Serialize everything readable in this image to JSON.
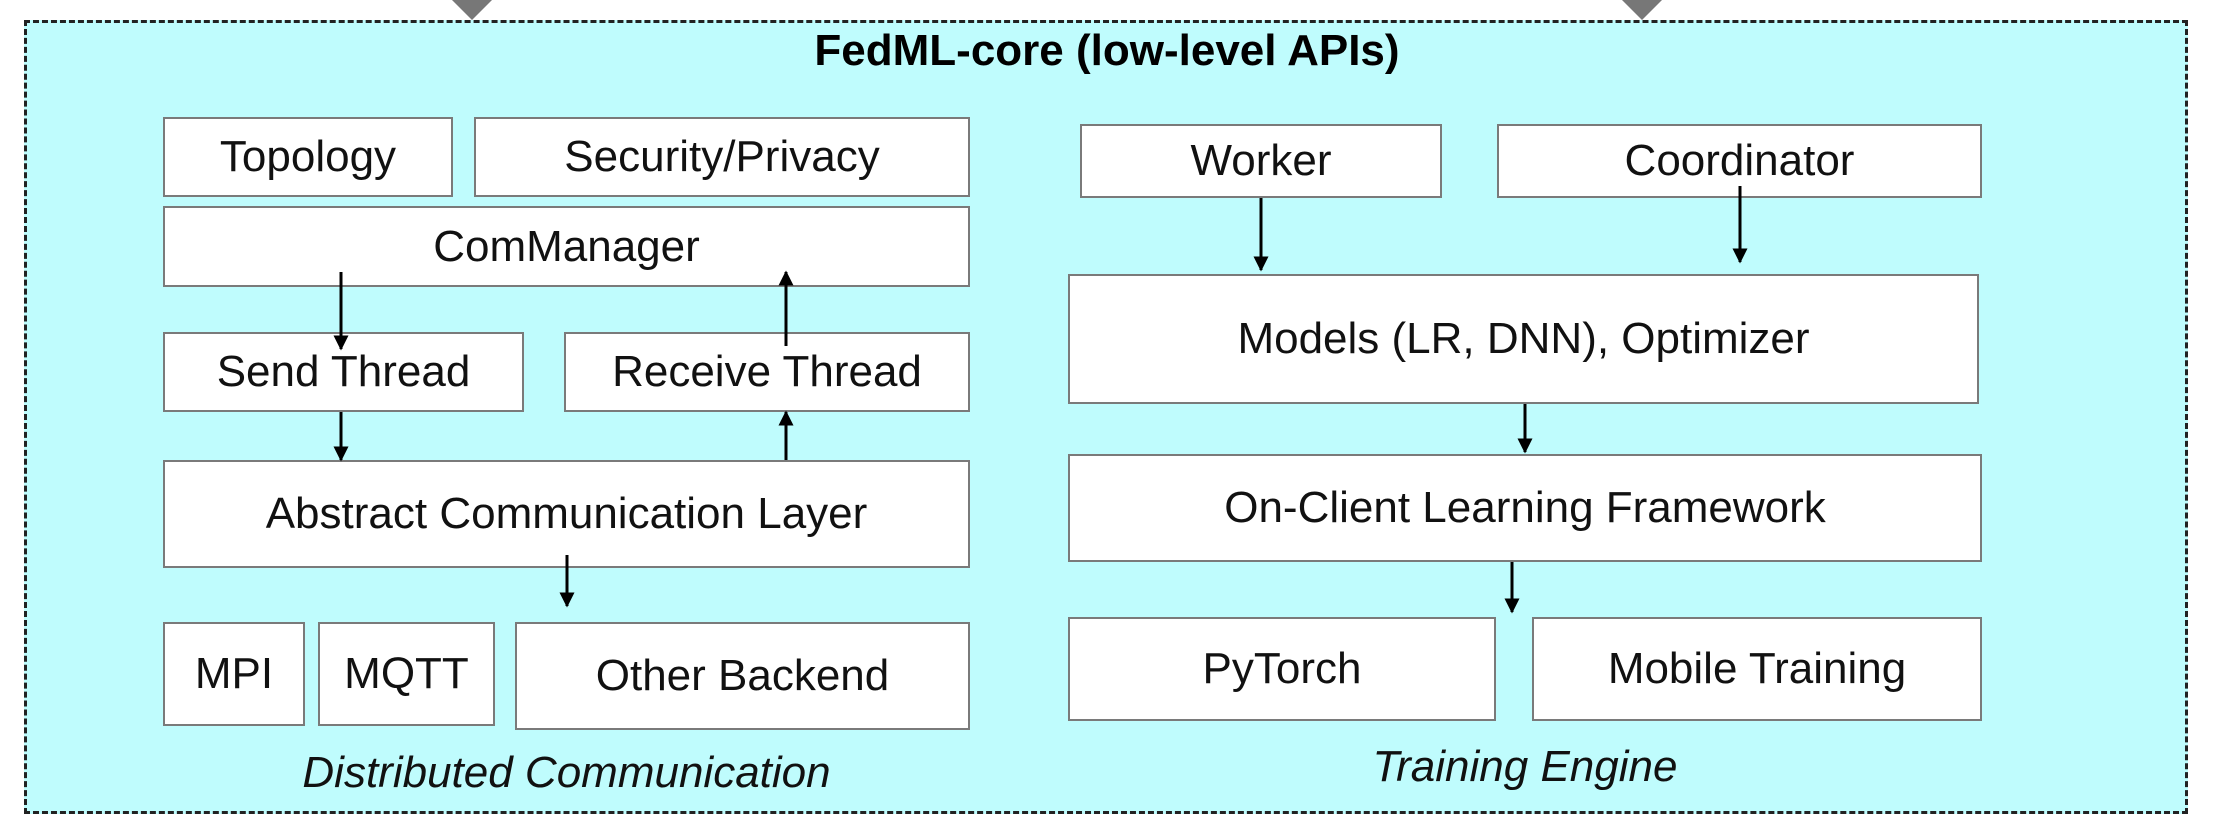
{
  "title": "FedML-core (low-level APIs)",
  "distributed_communication": {
    "caption": "Distributed Communication",
    "topology": "Topology",
    "security_privacy": "Security/Privacy",
    "com_manager": "ComManager",
    "send_thread": "Send Thread",
    "receive_thread": "Receive Thread",
    "abstract_layer": "Abstract Communication Layer",
    "mpi": "MPI",
    "mqtt": "MQTT",
    "other_backend": "Other Backend"
  },
  "training_engine": {
    "caption": "Training Engine",
    "worker": "Worker",
    "coordinator": "Coordinator",
    "models": "Models (LR, DNN), Optimizer",
    "on_client": "On-Client Learning Framework",
    "pytorch": "PyTorch",
    "mobile_training": "Mobile Training"
  },
  "colors": {
    "background": "#bffcfd",
    "box_fill": "#ffffff",
    "box_border": "#7a7a7a",
    "arrow": "#000000"
  }
}
